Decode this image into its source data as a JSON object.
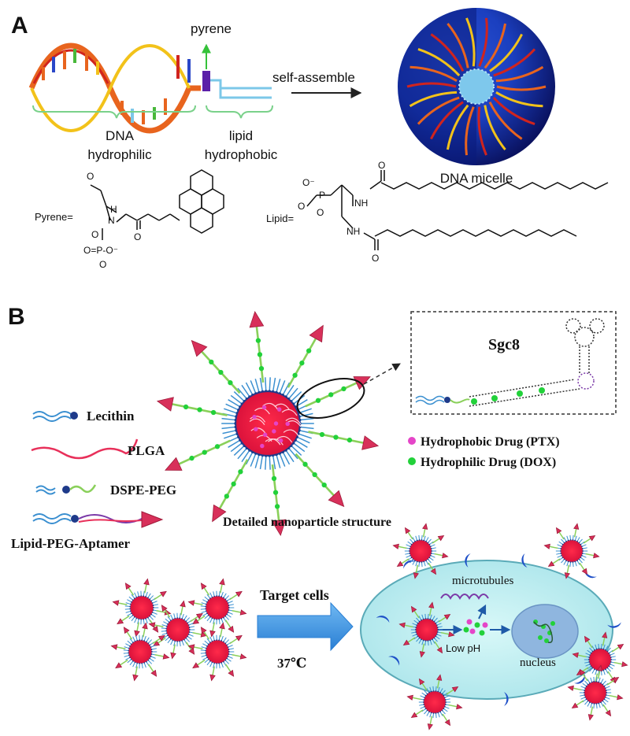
{
  "panel_a": {
    "label": "A",
    "pyrene_label": "pyrene",
    "self_assemble_label": "self-assemble",
    "dna_label": "DNA",
    "hydrophilic_label": "hydrophilic",
    "lipid_label": "lipid",
    "hydrophobic_label": "hydrophobic",
    "micelle_label": "DNA micelle",
    "pyrene_formula_label": "Pyrene=",
    "lipid_formula_label": "Lipid=",
    "chem": {
      "o_minus": "O⁻",
      "o": "O",
      "p": "P",
      "h": "H",
      "n": "N",
      "nh": "NH",
      "eq": "=",
      "bond": "-",
      "p_group": "O=P-O⁻",
      "o_sub": "O",
      "o_double": "O"
    }
  },
  "panel_b": {
    "label": "B",
    "legend": {
      "lecithin": "Lecithin",
      "plga": "PLGA",
      "dspe_peg": "DSPE-PEG",
      "lipid_peg_aptamer": "Lipid-PEG-Aptamer"
    },
    "sgc8_label": "Sgc8",
    "ptx_label": "Hydrophobic Drug (PTX)",
    "dox_label": "Hydrophilic Drug (DOX)",
    "nanoparticle_caption": "Detailed nanoparticle structure",
    "target_cells_label": "Target cells",
    "temperature_label": "37℃",
    "microtubules_label": "microtubules",
    "low_ph_label": "Low pH",
    "nucleus_label": "nucleus"
  },
  "colors": {
    "micelle_dark": "#0a1260",
    "micelle_mid": "#1b3fbf",
    "micelle_core": "#7ec8ec",
    "dna_orange": "#e8641e",
    "dna_red": "#d0241e",
    "dna_yellow": "#f2c21a",
    "pyrene_purple": "#5a1fa8",
    "lipid_blue": "#7cc8e8",
    "plga_pink": "#e8305a",
    "ptx_magenta": "#e545c8",
    "dox_green": "#22d13a",
    "cell_cyan": "#bfeef0",
    "nucleus_blue": "#8fb6df",
    "arrow_blue": "#3a8fe0",
    "antibody_blue": "#1e50c8"
  }
}
